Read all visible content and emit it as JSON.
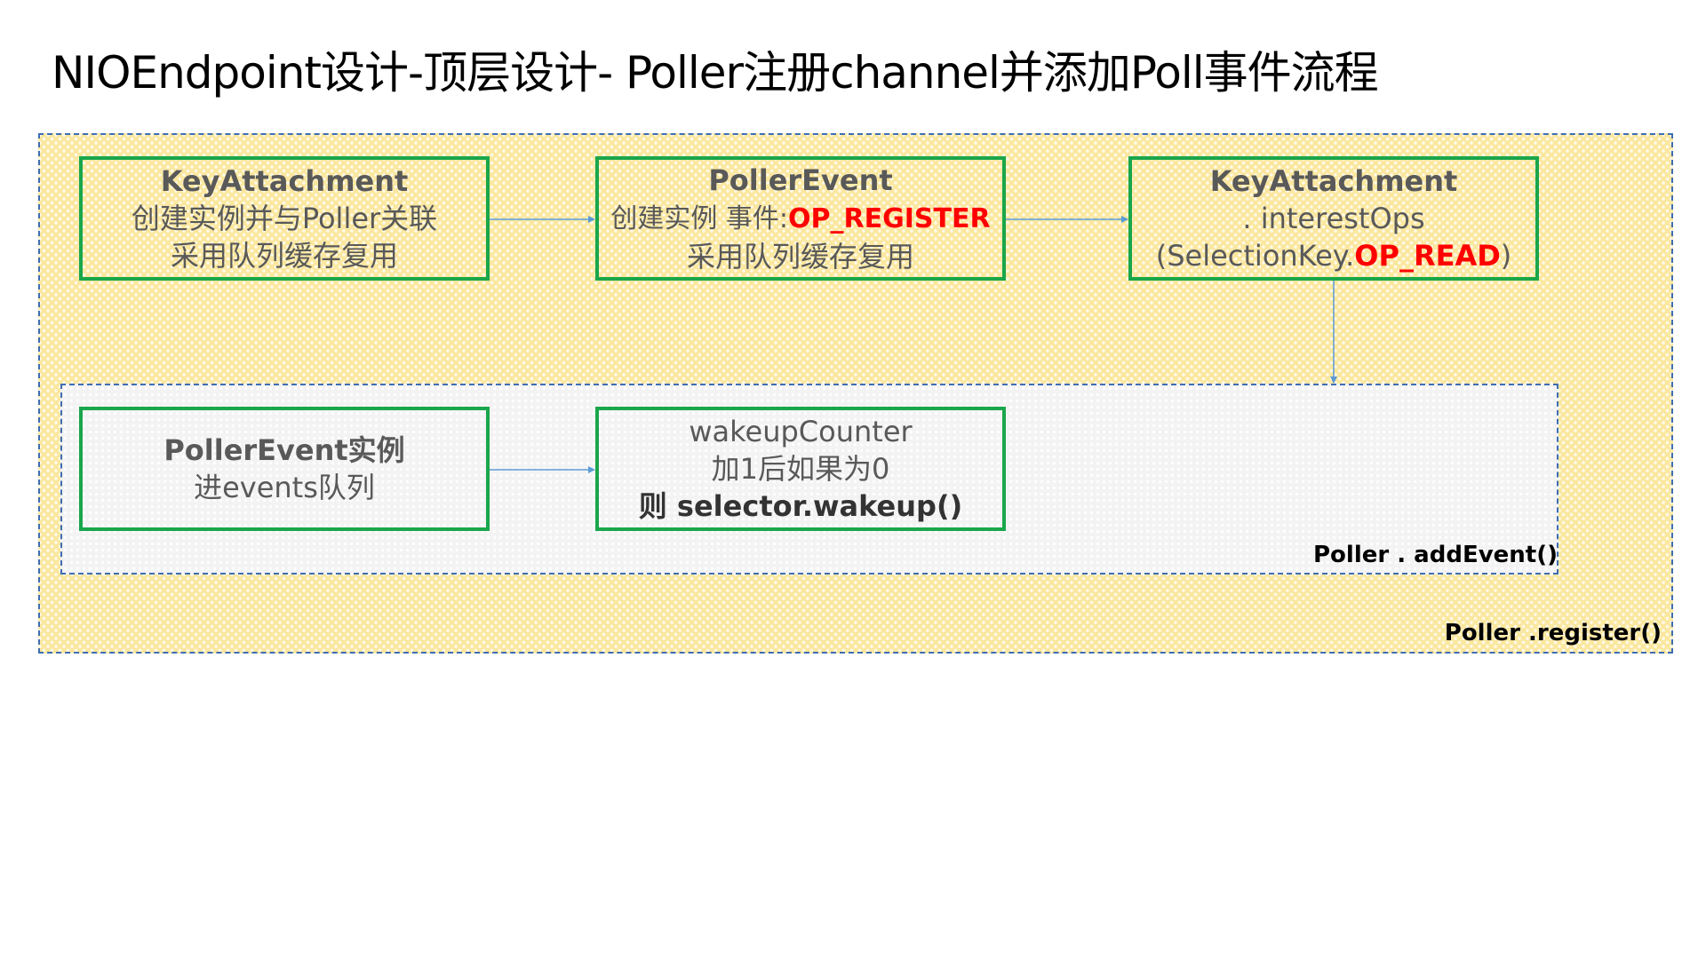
{
  "title": "NIOEndpoint设计-顶层设计- Poller注册channel并添加Poll事件流程",
  "colors": {
    "box_border": "#1aa64b",
    "frame_border": "#3f6db3",
    "outer_fill": "#fbe79e",
    "inner_fill": "#f3f3f3",
    "arrow": "#5b9bd5",
    "highlight": "#ff0000",
    "body_text": "#595959"
  },
  "outer_frame": {
    "label": "Poller .register()"
  },
  "inner_frame": {
    "label": "Poller . addEvent()"
  },
  "boxes": {
    "key_attachment_create": {
      "title": "KeyAttachment",
      "line1": "创建实例并与Poller关联",
      "line2": "采用队列缓存复用"
    },
    "poller_event_create": {
      "title": "PollerEvent",
      "line1_prefix": "创建实例 事件:",
      "line1_highlight": "OP_REGISTER",
      "line2": "采用队列缓存复用"
    },
    "key_attachment_interest": {
      "title": "KeyAttachment",
      "line1": ". interestOps",
      "line2_prefix": "(SelectionKey.",
      "line2_highlight": "OP_READ",
      "line2_suffix": ")"
    },
    "poller_event_enqueue": {
      "title": "PollerEvent实例",
      "line1": "进events队列"
    },
    "wakeup_counter": {
      "line1": "wakeupCounter",
      "line2": "加1后如果为0",
      "line3": "则 selector.wakeup()"
    }
  },
  "connectors": [
    {
      "from": "key_attachment_create",
      "to": "poller_event_create"
    },
    {
      "from": "poller_event_create",
      "to": "key_attachment_interest"
    },
    {
      "from": "key_attachment_interest",
      "to": "inner_frame"
    },
    {
      "from": "poller_event_enqueue",
      "to": "wakeup_counter"
    }
  ]
}
